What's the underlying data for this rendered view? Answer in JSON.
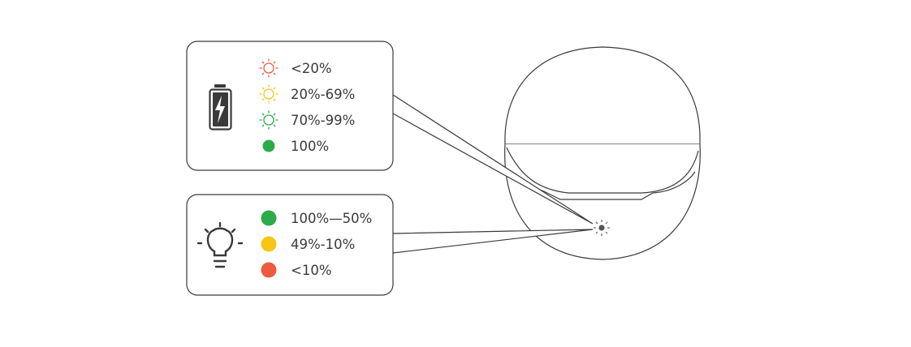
{
  "charging_panel": {
    "icon": "battery-charging-icon",
    "items": [
      {
        "label": "<20%",
        "indicator": "blinking",
        "color": "#ee5a40"
      },
      {
        "label": "20%-69%",
        "indicator": "blinking",
        "color": "#f6c516"
      },
      {
        "label": "70%-99%",
        "indicator": "blinking",
        "color": "#2bab4a"
      },
      {
        "label": "100%",
        "indicator": "solid",
        "color": "#2bab4a"
      }
    ]
  },
  "battery_panel": {
    "icon": "light-bulb-icon",
    "items": [
      {
        "label": "100%—50%",
        "indicator": "solid",
        "color": "#2bab4a"
      },
      {
        "label": "49%-10%",
        "indicator": "solid",
        "color": "#f6c516"
      },
      {
        "label": "<10%",
        "indicator": "solid",
        "color": "#ee5a40"
      }
    ]
  },
  "device": {
    "icon": "indicator-light-icon"
  }
}
